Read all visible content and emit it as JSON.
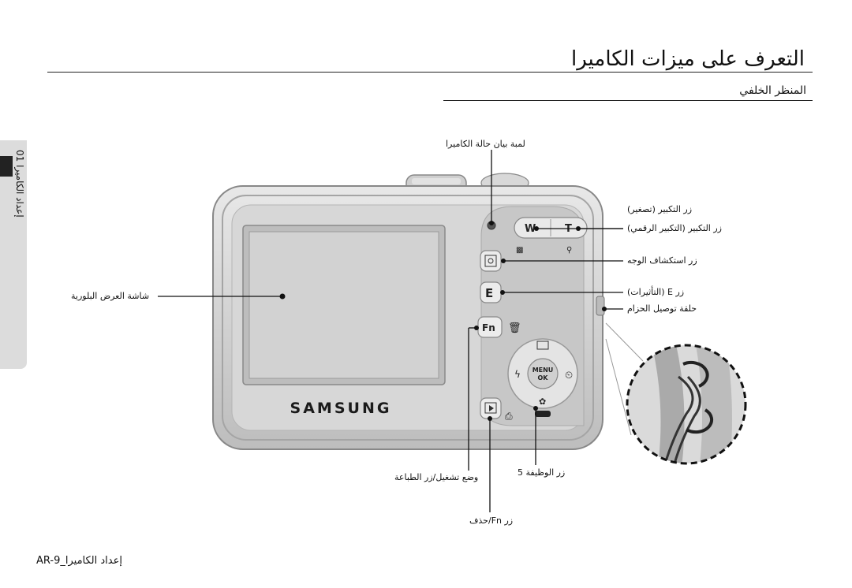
{
  "page": {
    "title": "التعرف على ميزات الكاميرا",
    "subtitle": "المنظر الخلفي",
    "side_tab": "01 إعداد الكاميرا",
    "footer": "AR-9_إعداد الكاميرا"
  },
  "camera": {
    "brand": "SAMSUNG",
    "btn_w": "W",
    "btn_t": "T",
    "btn_e": "E",
    "btn_fn": "Fn",
    "btn_menu": "MENU",
    "btn_ok": "OK"
  },
  "labels": {
    "status_lamp": "لمبة بيان حالة الكاميرا",
    "zoom_w": "زر التكبير (تصغير)",
    "zoom_t": "زر التكبير (التكبير الرقمي)",
    "face_detect": "زر استكشاف الوجه",
    "e_button": "زر E (التأثيرات)",
    "strap_eyelet": "حلقة توصيل الحزام",
    "lcd": "شاشة العرض البلورية",
    "fn_delete": "زر Fn/حذف",
    "play_print": "وضع تشغيل/زر الطباعة",
    "five_function": "زر الوظيفة 5"
  },
  "colors": {
    "camera_body": "#c9c9c9",
    "lcd": "#cfcfcf",
    "ink": "#111111"
  }
}
